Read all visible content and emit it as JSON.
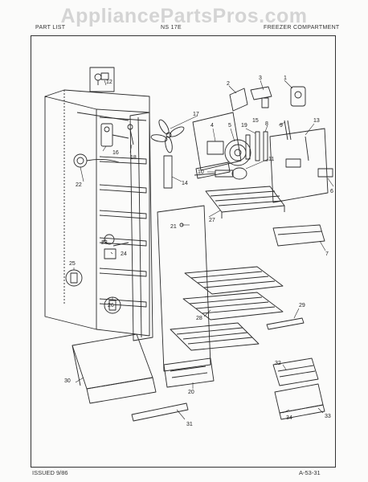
{
  "watermark": "AppliancePartsPros.com",
  "header": {
    "left": "PART LIST",
    "center": "NS 17E",
    "right": "FREEZER COMPARTMENT"
  },
  "footer": {
    "issued": "ISSUED 9/86",
    "sheet": "A-53-31"
  },
  "callouts": {
    "c1": "1",
    "c2": "2",
    "c3": "3",
    "c4": "4",
    "c5": "5",
    "c6": "6",
    "c7": "7",
    "c8": "8",
    "c9": "9",
    "c10": "10",
    "c11": "11",
    "c12": "12",
    "c13": "13",
    "c14": "14",
    "c15": "15",
    "c16": "16",
    "c17": "17",
    "c18": "18",
    "c19": "19",
    "c20": "20",
    "c21": "21",
    "c22": "22",
    "c23": "23",
    "c24": "24",
    "c25": "25",
    "c26": "26",
    "c27": "27",
    "c28": "28",
    "c29": "29",
    "c30": "30",
    "c31": "31",
    "c32": "32",
    "c33": "33",
    "c34": "34"
  }
}
